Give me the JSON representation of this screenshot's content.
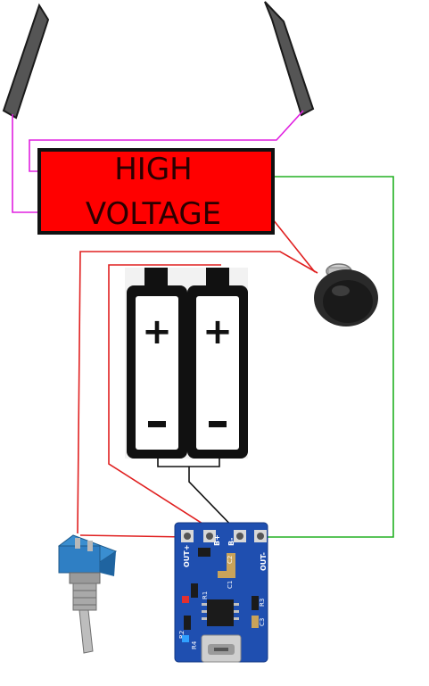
{
  "high_voltage_module": {
    "line1": "HIGH",
    "line2": "VOLTAGE"
  },
  "charger_board": {
    "pad_labels": {
      "out_plus": "OUT+",
      "b_plus": "B+",
      "b_minus": "B-",
      "out_minus": "OUT-"
    },
    "component_labels": [
      "C1",
      "C2",
      "R1",
      "R2",
      "R3",
      "C3",
      "R4"
    ],
    "board_color": "#1f4fb0"
  },
  "battery": {
    "plus_symbol": "+",
    "minus_symbol": "−",
    "count": 2
  },
  "wire_colors": {
    "positive": "#e02020",
    "negative": "#1b1b1b",
    "ground_return": "#22b022",
    "electrode": "#e020e0"
  },
  "module_color": "#ff0000"
}
